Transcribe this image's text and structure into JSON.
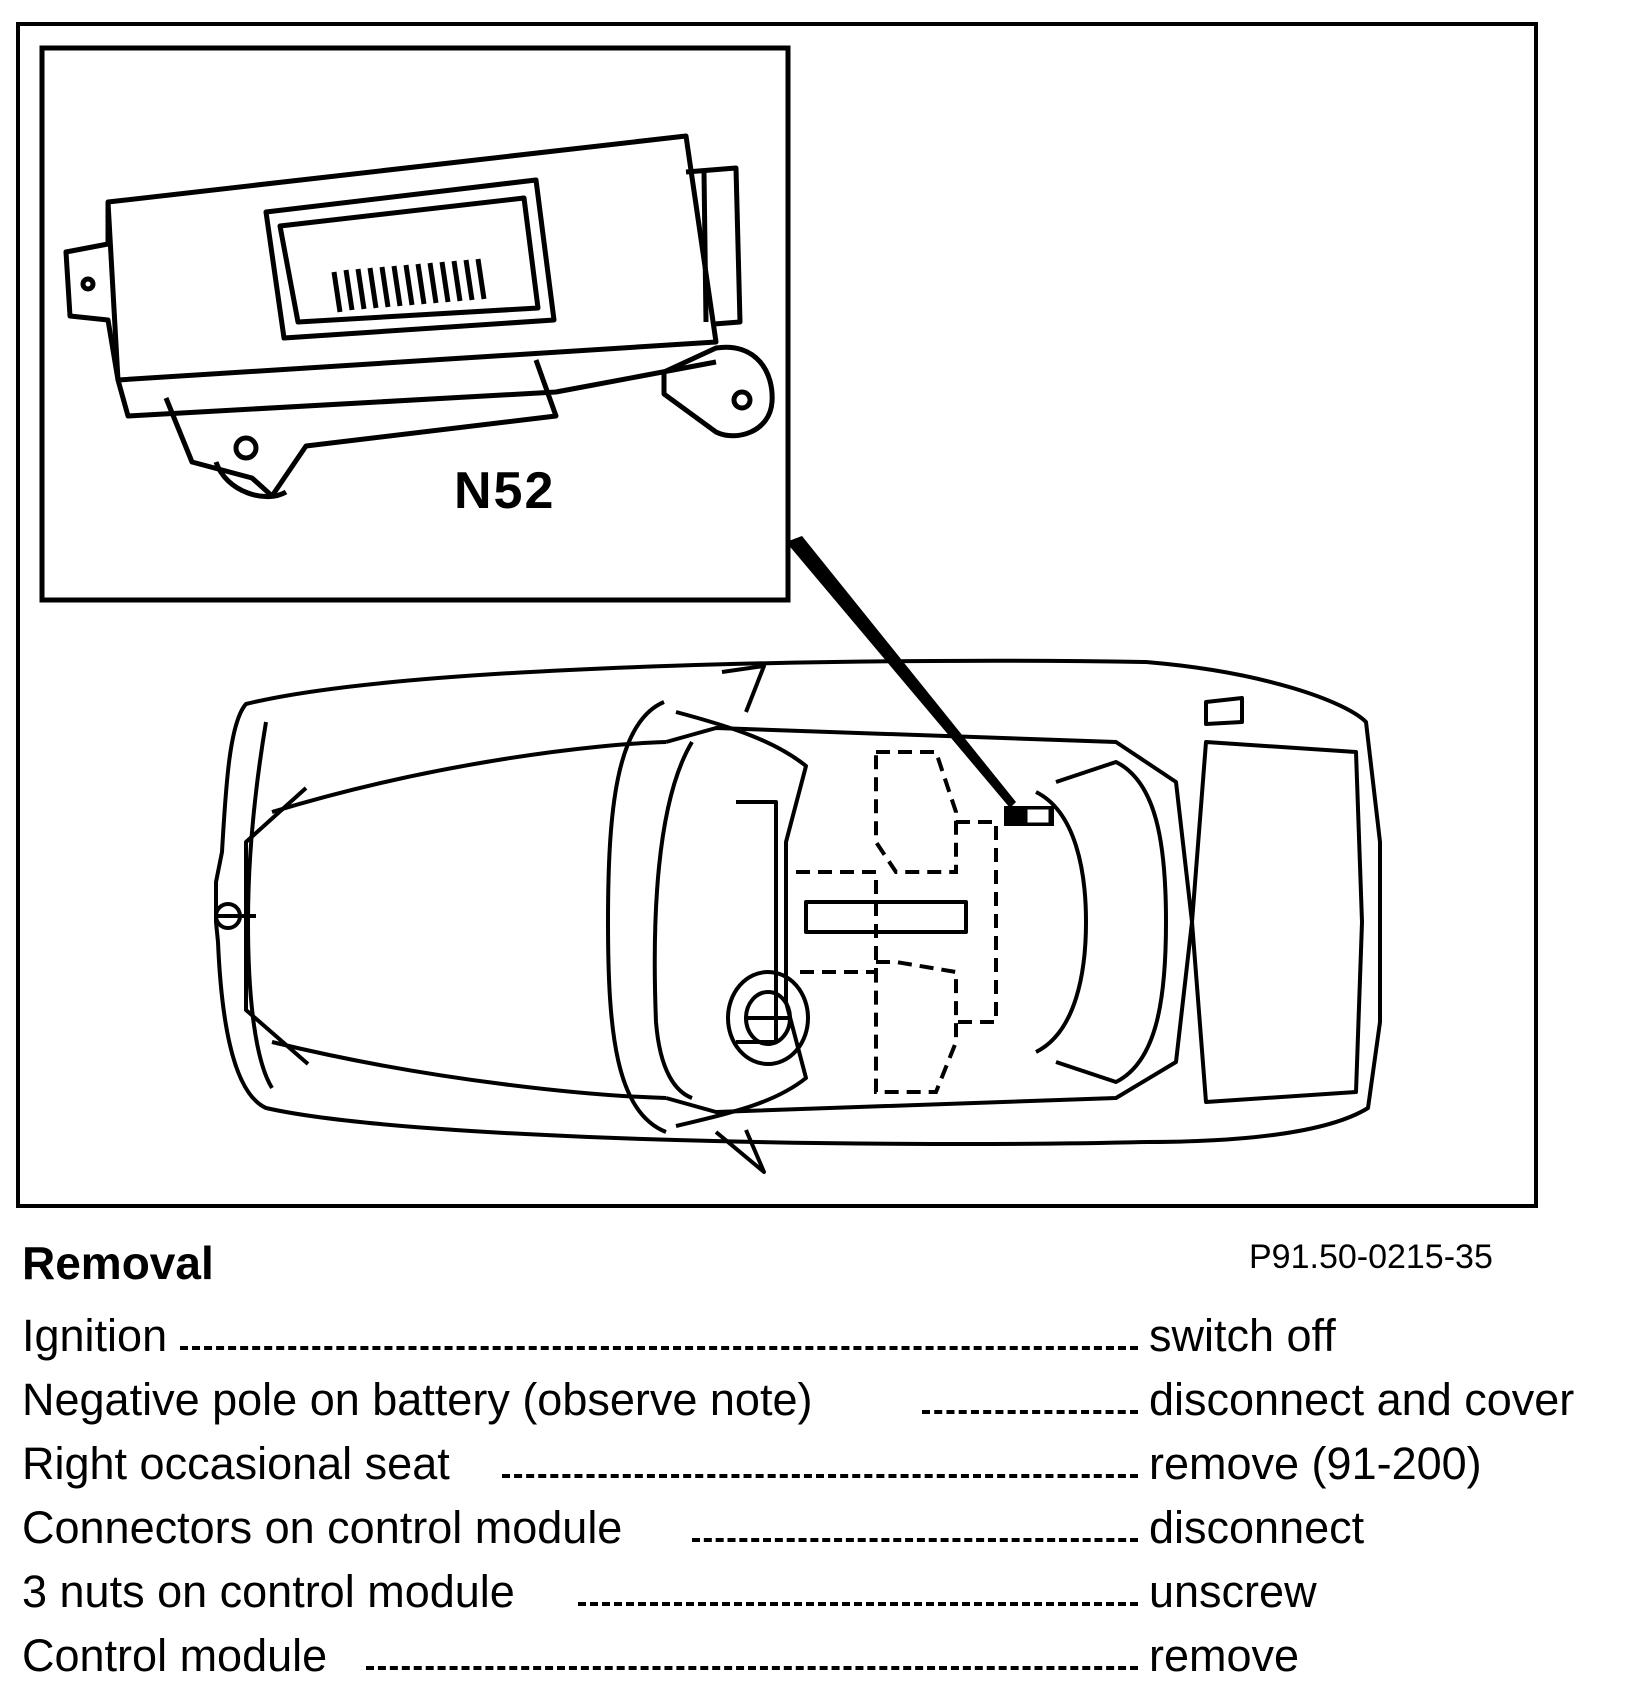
{
  "figure": {
    "callout_label": "N52",
    "reference": "P91.50-0215-35"
  },
  "section": {
    "title": "Removal"
  },
  "steps": [
    {
      "item": "Ignition",
      "action": "switch off"
    },
    {
      "item": "Negative pole on battery (observe note)",
      "action": "disconnect and cover"
    },
    {
      "item": "Right occasional seat",
      "action": "remove (91-200)"
    },
    {
      "item": "Connectors on control module",
      "action": "disconnect"
    },
    {
      "item": "3 nuts on control module",
      "action": "unscrew"
    },
    {
      "item": "Control module",
      "action": "remove"
    }
  ]
}
